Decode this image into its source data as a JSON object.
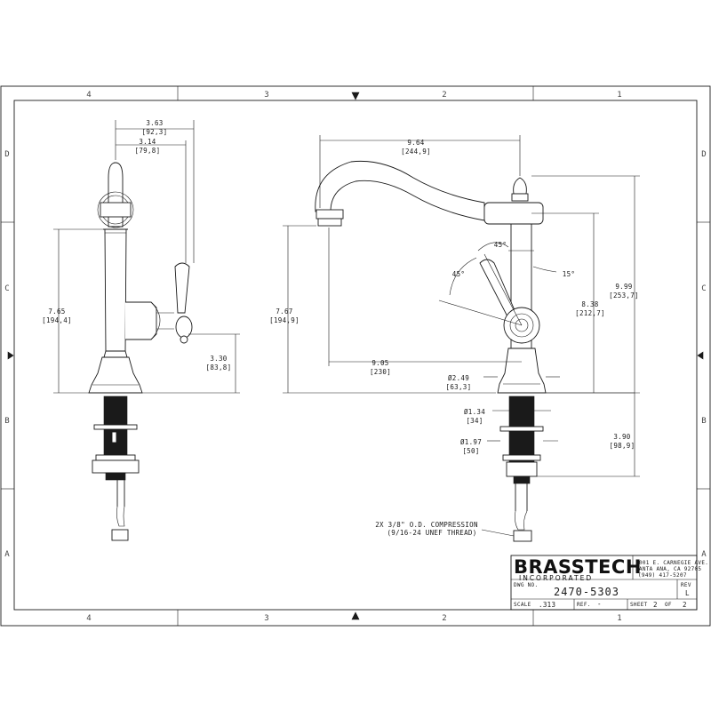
{
  "border": {
    "columns": [
      "4",
      "3",
      "2",
      "1"
    ],
    "rows": [
      "D",
      "C",
      "B",
      "A"
    ]
  },
  "side_view": {
    "dims": {
      "top_outer": {
        "value": "3.63",
        "mm": "[92,3]"
      },
      "top_inner": {
        "value": "3.14",
        "mm": "[79,8]"
      },
      "height": {
        "value": "7.65",
        "mm": "[194,4]"
      },
      "handle_height": {
        "value": "3.30",
        "mm": "[83,8]"
      }
    }
  },
  "front_view": {
    "dims": {
      "reach": {
        "value": "9.64",
        "mm": "[244,9]"
      },
      "spout_height": {
        "value": "7.67",
        "mm": "[194,9]"
      },
      "spout_reach": {
        "value": "9.05",
        "mm": "[230]"
      },
      "overall_height": {
        "value": "9.99",
        "mm": "[253,7]"
      },
      "handle_height": {
        "value": "8.38",
        "mm": "[212,7]"
      },
      "base_dia": {
        "value": "Ø2.49",
        "mm": "[63,3]"
      },
      "shank_dia": {
        "value": "Ø1.34",
        "mm": "[34]"
      },
      "hole_dia": {
        "value": "Ø1.97",
        "mm": "[50]"
      },
      "shank_length": {
        "value": "3.90",
        "mm": "[98,9]"
      }
    },
    "angles": {
      "a1": "45°",
      "a2": "45°",
      "a3": "15°"
    },
    "note": {
      "line1": "2X 3/8\" O.D. COMPRESSION",
      "line2": "(9/16-24 UNEF THREAD)"
    }
  },
  "title_block": {
    "brand": "BRASSTECH",
    "sub": "INCORPORATED",
    "address1": "2001 E. CARNEGIE AVE.",
    "address2": "SANTA ANA, CA 92705",
    "phone": "(949) 417-5207",
    "dwg_no_label": "DWG NO.",
    "dwg_no": "2470-5303",
    "rev_label": "REV",
    "rev": "L",
    "scale_label": "SCALE",
    "scale": ".313",
    "ref_label": "REF.",
    "ref": "-",
    "sheet_label": "SHEET",
    "sheet": "2",
    "of_label": "OF",
    "sheet_total": "2"
  }
}
